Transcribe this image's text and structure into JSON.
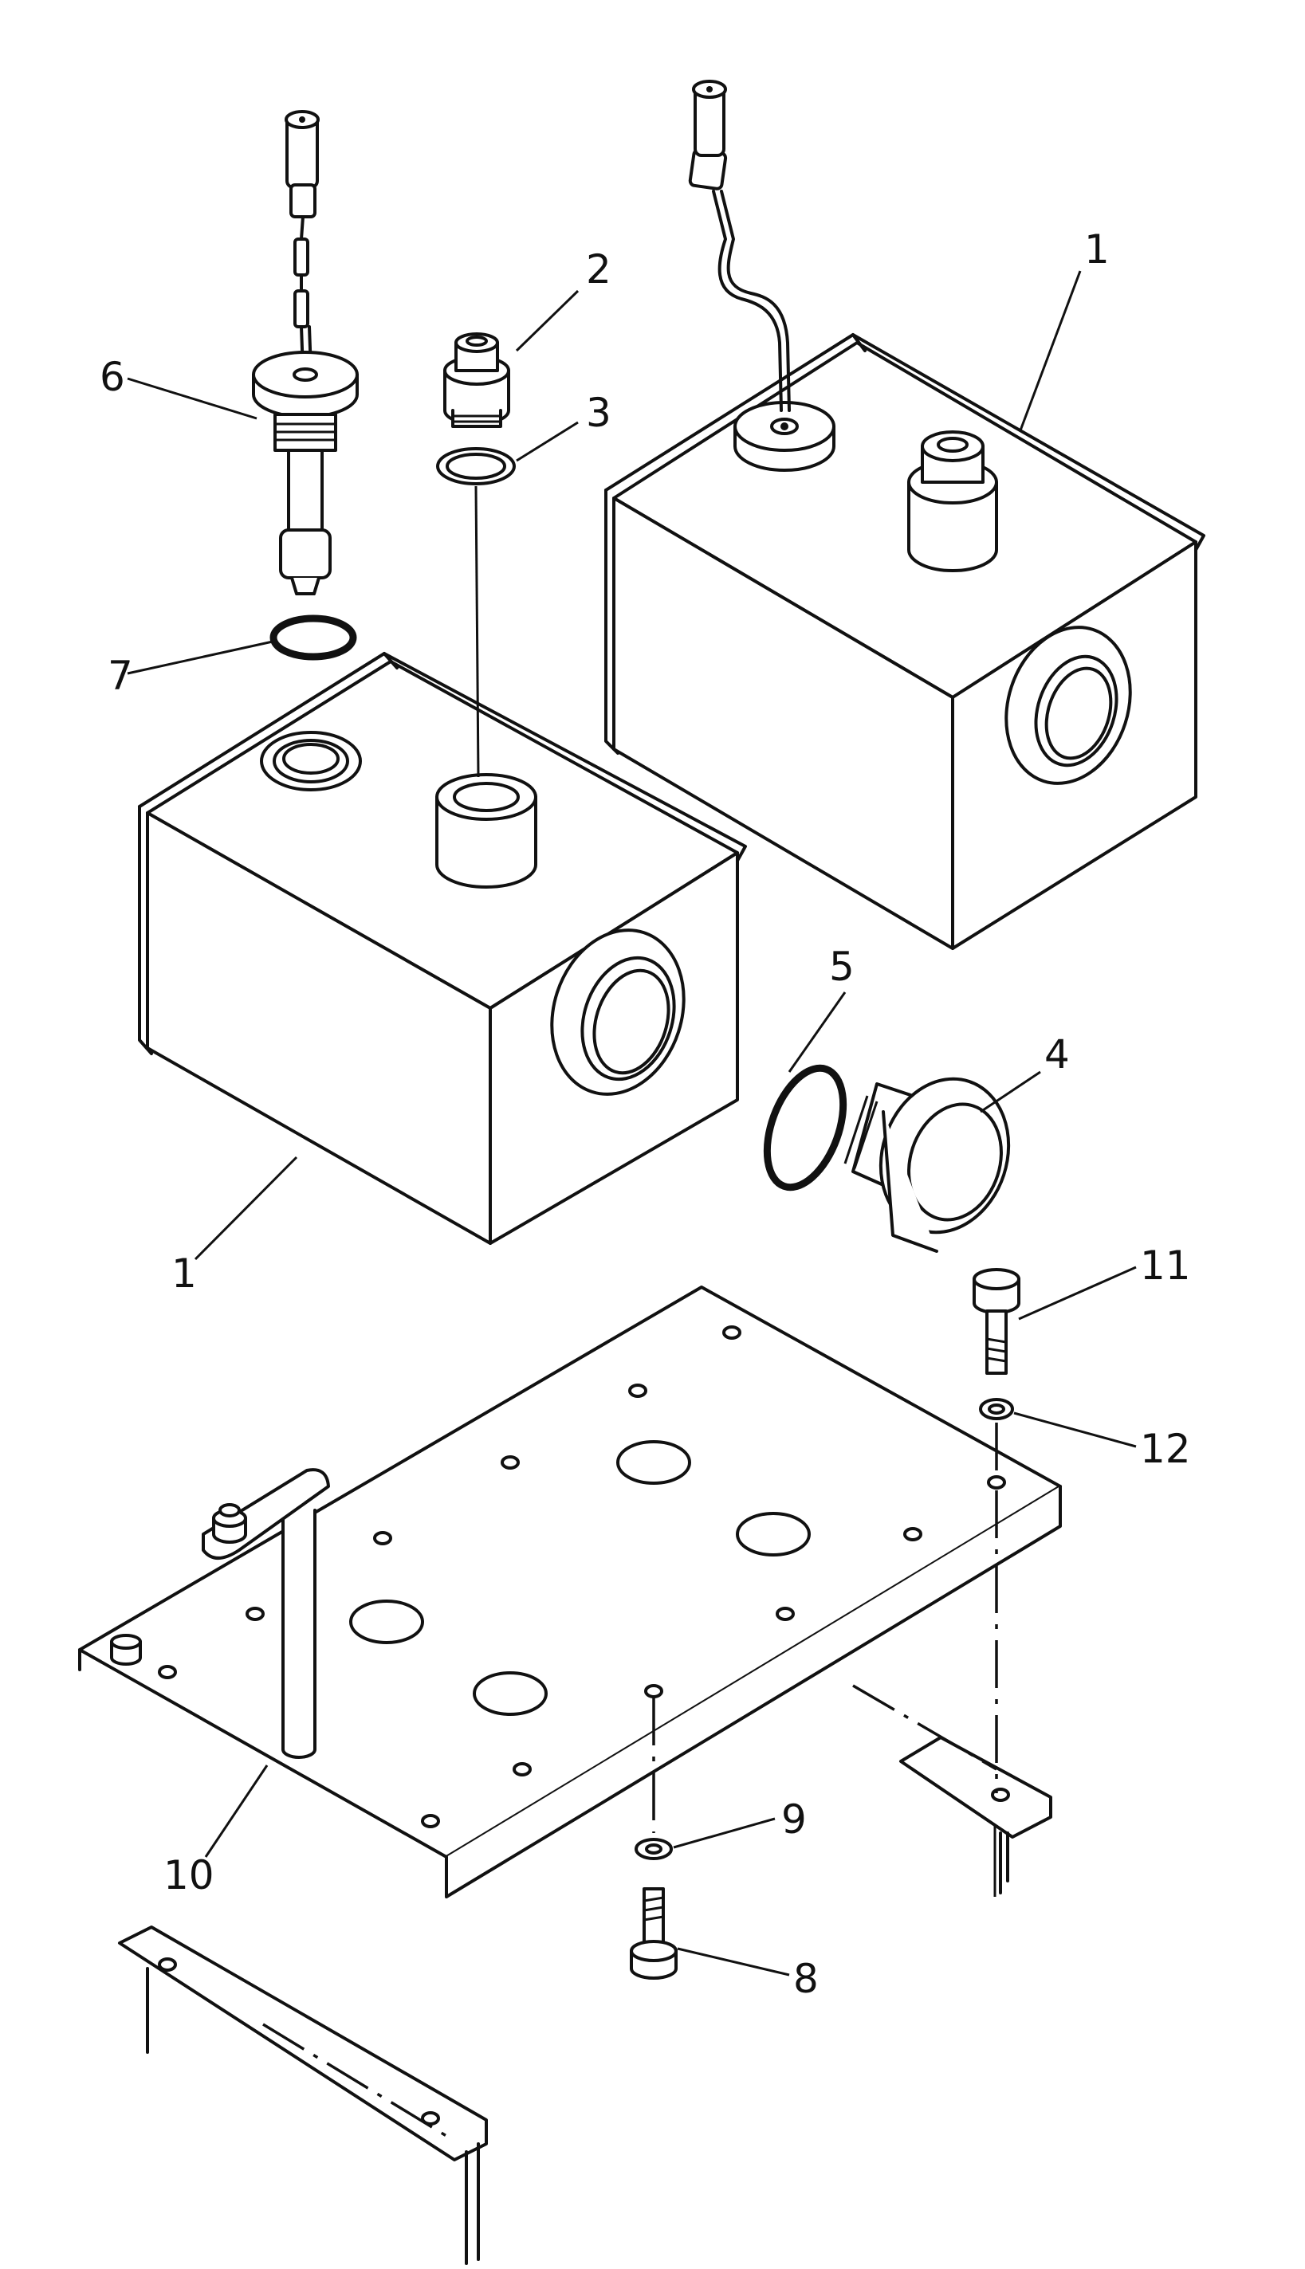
{
  "diagram": {
    "type": "exploded parts diagram",
    "callouts": [
      {
        "id": "c1a",
        "label": "1"
      },
      {
        "id": "c1b",
        "label": "1"
      },
      {
        "id": "c2",
        "label": "2"
      },
      {
        "id": "c3",
        "label": "3"
      },
      {
        "id": "c4",
        "label": "4"
      },
      {
        "id": "c5",
        "label": "5"
      },
      {
        "id": "c6",
        "label": "6"
      },
      {
        "id": "c7",
        "label": "7"
      },
      {
        "id": "c8",
        "label": "8"
      },
      {
        "id": "c9",
        "label": "9"
      },
      {
        "id": "c10",
        "label": "10"
      },
      {
        "id": "c11",
        "label": "11"
      },
      {
        "id": "c12",
        "label": "12"
      }
    ]
  }
}
